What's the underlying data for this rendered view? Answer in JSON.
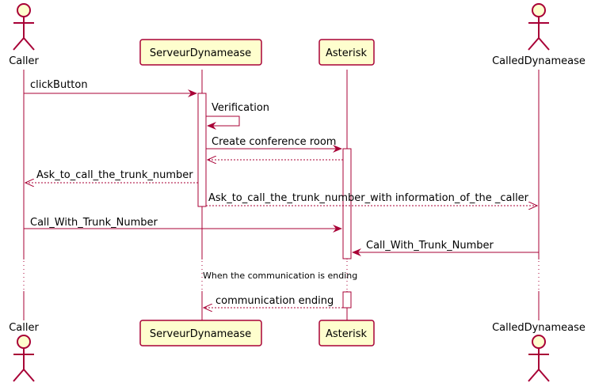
{
  "participants": [
    {
      "id": "caller",
      "label": "Caller",
      "kind": "actor"
    },
    {
      "id": "serveur",
      "label": "ServeurDynamease",
      "kind": "participant"
    },
    {
      "id": "asterisk",
      "label": "Asterisk",
      "kind": "participant"
    },
    {
      "id": "called",
      "label": "CalledDynamease",
      "kind": "actor"
    }
  ],
  "messages": [
    {
      "label": "clickButton",
      "from": "caller",
      "to": "serveur",
      "style": "solid"
    },
    {
      "label": "Verification",
      "from": "serveur",
      "to": "serveur",
      "style": "solid"
    },
    {
      "label": "Create conference room",
      "from": "serveur",
      "to": "asterisk",
      "style": "solid"
    },
    {
      "label": "",
      "from": "asterisk",
      "to": "serveur",
      "style": "dashed"
    },
    {
      "label": "Ask_to_call_the_trunk_number",
      "from": "serveur",
      "to": "caller",
      "style": "dashed"
    },
    {
      "label": "Ask_to_call_the_trunk_number_with information_of_the _caller",
      "from": "serveur",
      "to": "called",
      "style": "dashed"
    },
    {
      "label": "Call_With_Trunk_Number",
      "from": "caller",
      "to": "asterisk",
      "style": "solid"
    },
    {
      "label": "Call_With_Trunk_Number",
      "from": "called",
      "to": "asterisk",
      "style": "solid"
    },
    {
      "label": "communication ending",
      "from": "asterisk",
      "to": "serveur",
      "style": "dashed"
    }
  ],
  "divider": {
    "label": "When the communication is ending"
  },
  "colors": {
    "stroke": "#a80036",
    "box_fill": "#fefece",
    "lifeline": "#a80036",
    "text": "#000000",
    "background": "#ffffff"
  }
}
